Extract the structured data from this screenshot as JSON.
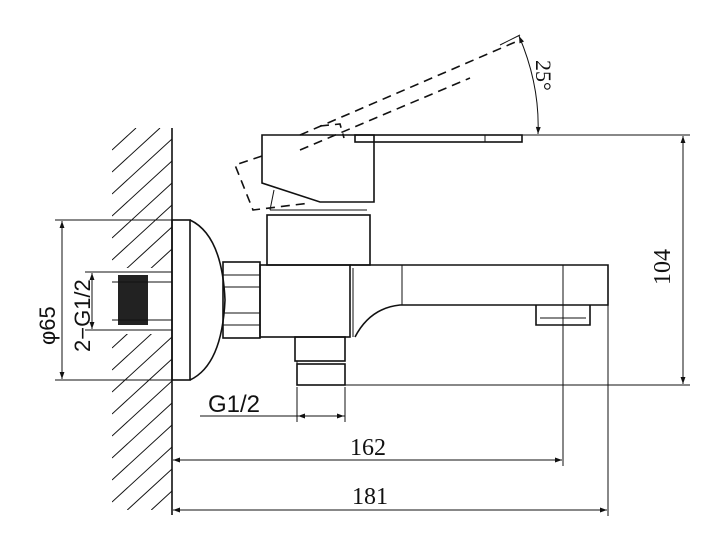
{
  "drawing": {
    "title_hidden": false,
    "dimensions": {
      "angle": "25°",
      "height": "104",
      "length_outlet": "162",
      "length_total": "181",
      "inlet_thread": "G1/2",
      "flange_diameter": "φ65",
      "wall_thread": "2−G1/2"
    },
    "line_color": "#111111",
    "background": "#ffffff"
  }
}
